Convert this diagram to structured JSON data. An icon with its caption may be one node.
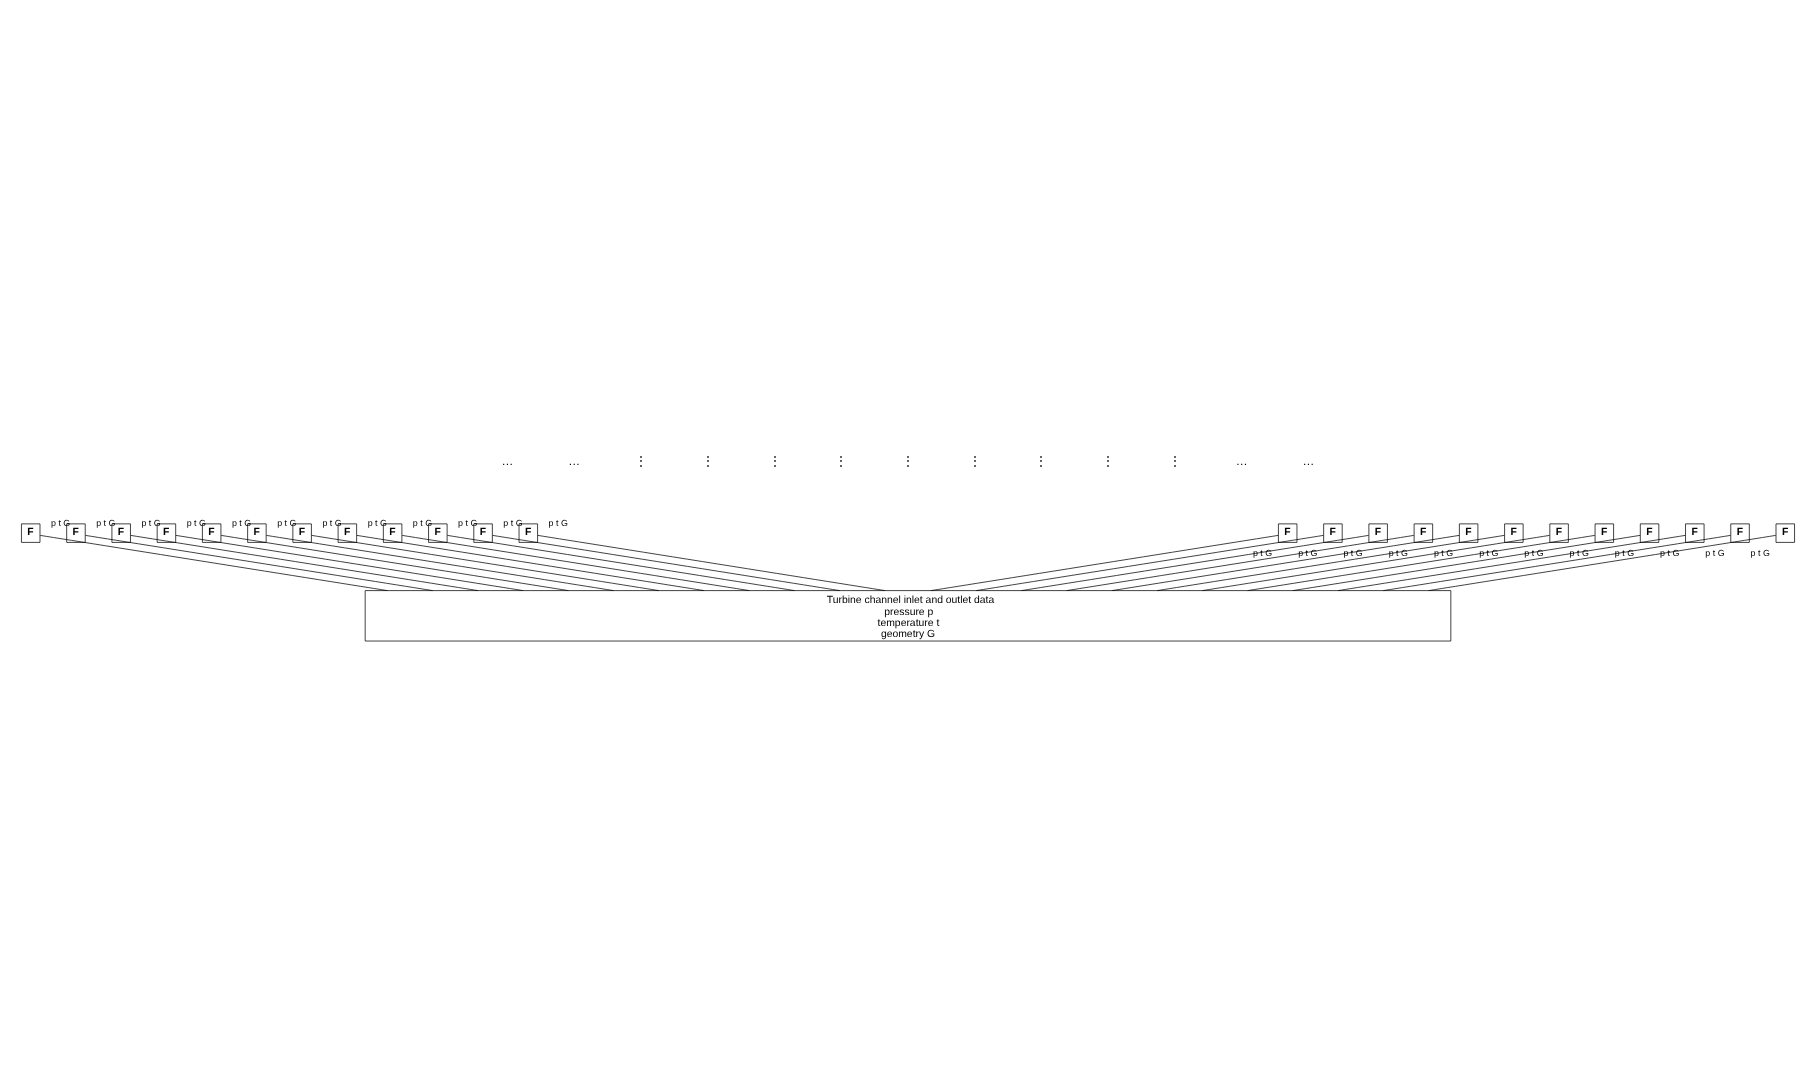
{
  "diagram": {
    "nodes": [
      {
        "text": [
          "F"
        ]
      },
      {
        "text": [
          "F"
        ]
      },
      {
        "text": [
          "F"
        ]
      },
      {
        "text": [
          "F"
        ]
      },
      {
        "text": [
          "F"
        ]
      },
      {
        "text": [
          "F"
        ]
      },
      {
        "text": [
          "F"
        ]
      },
      {
        "text": [
          "F"
        ]
      },
      {
        "text": [
          "F"
        ]
      },
      {
        "text": [
          "F"
        ]
      },
      {
        "text": [
          "F"
        ]
      },
      {
        "text": [
          "F"
        ]
      },
      {
        "text": [
          "F"
        ]
      },
      {
        "text": [
          "F"
        ]
      },
      {
        "text": [
          "F"
        ]
      },
      {
        "text": [
          "F"
        ]
      },
      {
        "text": [
          "F"
        ]
      },
      {
        "text": [
          "F"
        ]
      },
      {
        "text": [
          "F"
        ]
      },
      {
        "text": [
          "F"
        ]
      },
      {
        "text": [
          "F"
        ]
      },
      {
        "text": [
          "F"
        ]
      },
      {
        "text": [
          "F"
        ]
      },
      {
        "text": [
          "F"
        ]
      },
      {
        "text": [
          "Turbine channel inlet and outlet data",
          "pressure p",
          "temperature t",
          "geometry G"
        ]
      }
    ],
    "edges": [
      {
        "from": 24,
        "to": 0,
        "arrow": "none",
        "label": "p t G"
      },
      {
        "from": 24,
        "to": 1,
        "arrow": "none",
        "label": "p t G"
      },
      {
        "from": 24,
        "to": 2,
        "arrow": "none",
        "label": "p t G"
      },
      {
        "from": 24,
        "to": 3,
        "arrow": "none",
        "label": "p t G"
      },
      {
        "from": 24,
        "to": 4,
        "arrow": "none",
        "label": "p t G"
      },
      {
        "from": 24,
        "to": 5,
        "arrow": "none",
        "label": "p t G"
      },
      {
        "from": 24,
        "to": 6,
        "arrow": "none",
        "label": "p t G"
      },
      {
        "from": 24,
        "to": 7,
        "arrow": "none",
        "label": "p t G"
      },
      {
        "from": 24,
        "to": 8,
        "arrow": "none",
        "label": "p t G"
      },
      {
        "from": 24,
        "to": 9,
        "arrow": "none",
        "label": "p t G"
      },
      {
        "from": 24,
        "to": 10,
        "arrow": "none",
        "label": "p t G"
      },
      {
        "from": 24,
        "to": 11,
        "arrow": "none",
        "label": "p t G"
      },
      {
        "from": 24,
        "to": 12,
        "arrow": "none",
        "label": "p t G"
      },
      {
        "from": 24,
        "to": 13,
        "arrow": "none",
        "label": "p t G"
      },
      {
        "from": 24,
        "to": 14,
        "arrow": "none",
        "label": "p t G"
      },
      {
        "from": 24,
        "to": 15,
        "arrow": "none",
        "label": "p t G"
      },
      {
        "from": 24,
        "to": 16,
        "arrow": "none",
        "label": "p t G"
      },
      {
        "from": 24,
        "to": 17,
        "arrow": "none",
        "label": "p t G"
      },
      {
        "from": 24,
        "to": 18,
        "arrow": "none",
        "label": "p t G"
      },
      {
        "from": 24,
        "to": 19,
        "arrow": "none",
        "label": "p t G"
      },
      {
        "from": 24,
        "to": 20,
        "arrow": "none",
        "label": "p t G"
      },
      {
        "from": 24,
        "to": 21,
        "arrow": "none",
        "label": "p t G"
      },
      {
        "from": 24,
        "to": 22,
        "arrow": "none",
        "label": "p t G"
      },
      {
        "from": 24,
        "to": 23,
        "arrow": "none",
        "label": "p t G"
      }
    ],
    "labels": [
      "…",
      "…",
      "⋮",
      "⋮",
      "⋮",
      "⋮",
      "⋮",
      "⋮",
      "⋮",
      "⋮",
      "⋮",
      "…",
      "…"
    ]
  }
}
